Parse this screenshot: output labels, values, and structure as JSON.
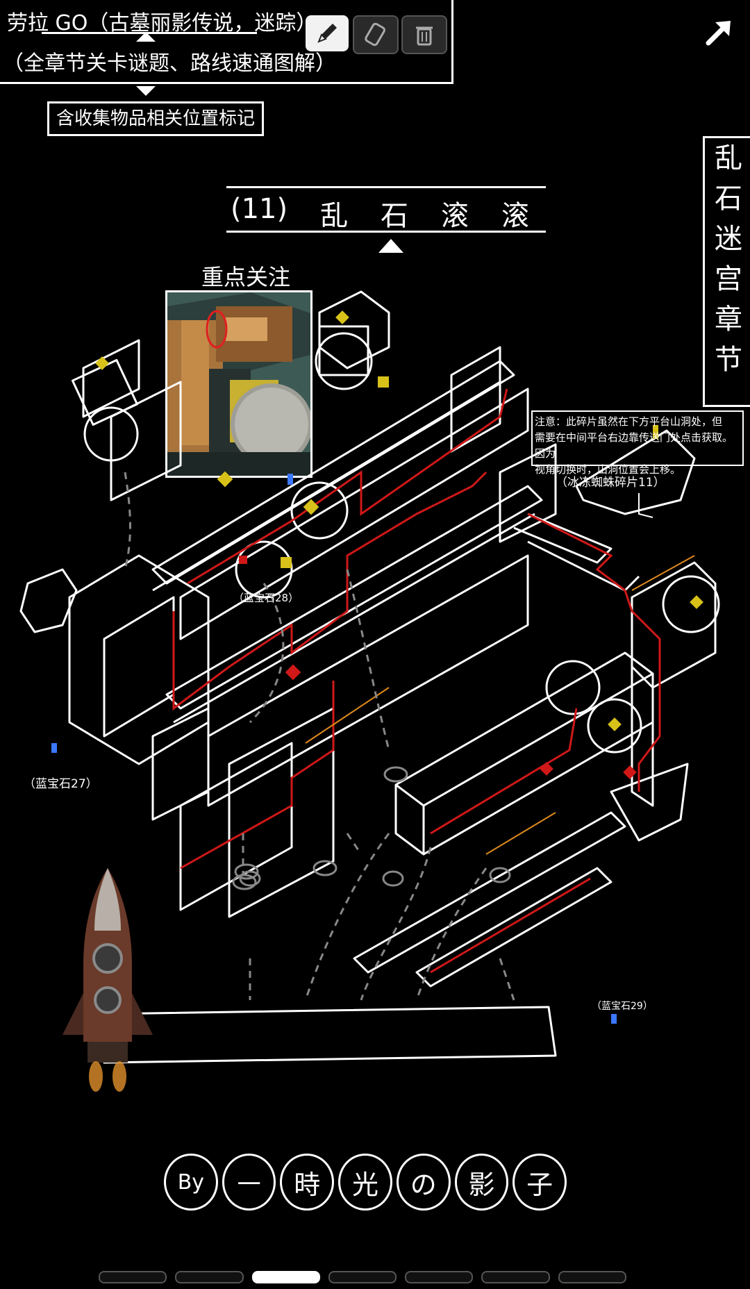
{
  "header": {
    "title_line": "劳拉 GO（古墓丽影传说，迷踪）",
    "subtitle_line": "（全章节关卡谜题、路线速通图解）",
    "note_line": "含收集物品相关位置标记"
  },
  "toolbar": {
    "pencil_icon": "pencil-icon",
    "eraser_icon": "eraser-icon",
    "trash_icon": "trash-icon",
    "expand_icon": "expand-arrow-icon"
  },
  "level": {
    "title_parts": [
      "(11)",
      "乱",
      "石",
      "滚",
      "滚"
    ],
    "focus_label": "重点关注"
  },
  "chapter": {
    "chars": [
      "乱",
      "石",
      "迷",
      "宫",
      "章",
      "节"
    ]
  },
  "annotations": {
    "note": [
      "注意：此碎片虽然在下方平台山洞处，但",
      "需要在中间平台右边靠传送门处点击获取。因为",
      "视角切换时，山洞位置会上移。"
    ],
    "fragment_label": "（冰冻蜘蛛碎片11）",
    "gem_28": "（蓝宝石28）",
    "gem_27": "（蓝宝石27）",
    "gem_29": "（蓝宝石29）"
  },
  "signature": {
    "parts": [
      "By",
      "一",
      "時",
      "光",
      "の",
      "影",
      "子"
    ]
  },
  "pagination": {
    "count": 7,
    "active": 2
  },
  "colors": {
    "route_red": "#d01818",
    "route_orange": "#e08a1e",
    "gem_blue": "#3a78ff",
    "switch_yellow": "#d8c21a",
    "chalk": "#ffffff"
  }
}
